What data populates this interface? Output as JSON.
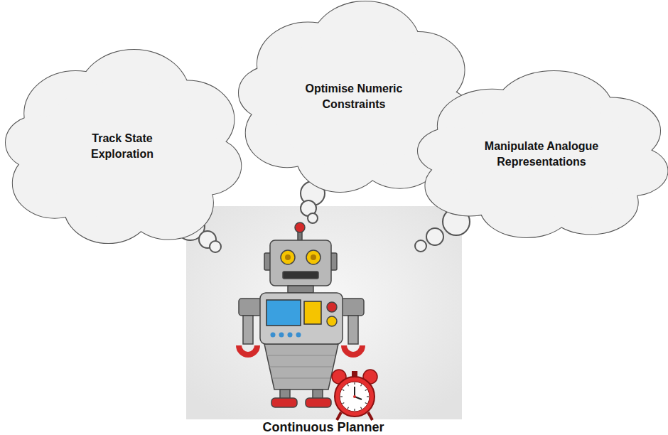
{
  "diagram": {
    "nodes": [
      {
        "text": [
          "Track State Exploration"
        ]
      },
      {
        "text": [
          "Optimise Numeric Constraints"
        ]
      },
      {
        "text": [
          "Manipulate Analogue Representations"
        ]
      }
    ],
    "labels": [
      "Continuous Planner"
    ]
  }
}
